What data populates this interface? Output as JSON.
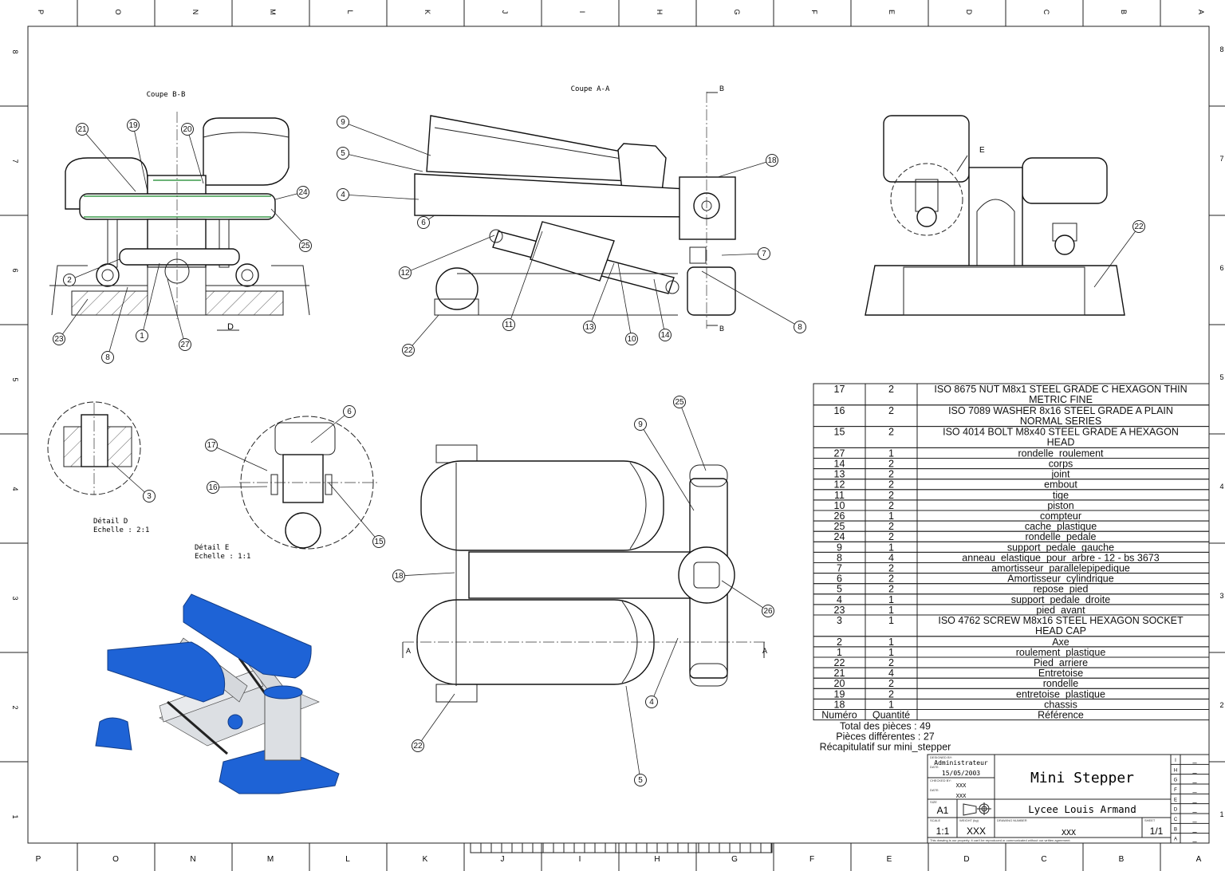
{
  "border": {
    "columns": [
      "P",
      "O",
      "N",
      "M",
      "L",
      "K",
      "J",
      "I",
      "H",
      "G",
      "F",
      "E",
      "D",
      "C",
      "B",
      "A"
    ],
    "rows": [
      "8",
      "7",
      "6",
      "5",
      "4",
      "3",
      "2",
      "1"
    ]
  },
  "views": {
    "section_bb": {
      "title": "Coupe B-B",
      "detail_mark": "D",
      "balloons": [
        "21",
        "19",
        "20",
        "24",
        "25",
        "2",
        "23",
        "8",
        "1",
        "27"
      ]
    },
    "section_aa": {
      "title": "Coupe A-A",
      "section_mark": "B",
      "balloons": [
        "9",
        "5",
        "4",
        "6",
        "12",
        "22",
        "11",
        "13",
        "10",
        "14",
        "8",
        "7",
        "18"
      ]
    },
    "side_view": {
      "detail_mark": "E",
      "balloons": [
        "22"
      ]
    },
    "detail_d": {
      "title": "Détail D",
      "scale": "Echelle :  2:1",
      "balloons": [
        "3"
      ]
    },
    "detail_e": {
      "title": "Détail E",
      "scale": "Echelle :  1:1",
      "balloons": [
        "6",
        "17",
        "16",
        "15"
      ]
    },
    "top_view": {
      "section_mark": "A",
      "balloons": [
        "25",
        "9",
        "18",
        "26",
        "4",
        "22",
        "5"
      ]
    }
  },
  "bom": {
    "headers": {
      "number": "Numéro",
      "quantity": "Quantité",
      "reference": "Référence"
    },
    "rows": [
      {
        "n": "17",
        "q": "2",
        "ref": [
          "ISO 8675 NUT M8x1 STEEL GRADE C HEXAGON THIN",
          "METRIC FINE"
        ]
      },
      {
        "n": "16",
        "q": "2",
        "ref": [
          "ISO 7089 WASHER 8x16 STEEL GRADE A PLAIN",
          "NORMAL SERIES"
        ]
      },
      {
        "n": "15",
        "q": "2",
        "ref": [
          "ISO 4014 BOLT M8x40 STEEL GRADE A HEXAGON",
          "HEAD"
        ]
      },
      {
        "n": "27",
        "q": "1",
        "ref": [
          "rondelle_roulement"
        ]
      },
      {
        "n": "14",
        "q": "2",
        "ref": [
          "corps"
        ]
      },
      {
        "n": "13",
        "q": "2",
        "ref": [
          "joint"
        ]
      },
      {
        "n": "12",
        "q": "2",
        "ref": [
          "embout"
        ]
      },
      {
        "n": "11",
        "q": "2",
        "ref": [
          "tige"
        ]
      },
      {
        "n": "10",
        "q": "2",
        "ref": [
          "piston"
        ]
      },
      {
        "n": "26",
        "q": "1",
        "ref": [
          "compteur"
        ]
      },
      {
        "n": "25",
        "q": "2",
        "ref": [
          "cache_plastique"
        ]
      },
      {
        "n": "24",
        "q": "2",
        "ref": [
          "rondelle_pedale"
        ]
      },
      {
        "n": "9",
        "q": "1",
        "ref": [
          "support_pedale_gauche"
        ]
      },
      {
        "n": "8",
        "q": "4",
        "ref": [
          "anneau_elastique_pour_arbre - 12 - bs 3673"
        ]
      },
      {
        "n": "7",
        "q": "2",
        "ref": [
          "amortisseur_parallelepipedique"
        ]
      },
      {
        "n": "6",
        "q": "2",
        "ref": [
          "Amortisseur_cylindrique"
        ]
      },
      {
        "n": "5",
        "q": "2",
        "ref": [
          "repose_pied"
        ]
      },
      {
        "n": "4",
        "q": "1",
        "ref": [
          "support_pedale_droite"
        ]
      },
      {
        "n": "23",
        "q": "1",
        "ref": [
          "pied_avant"
        ]
      },
      {
        "n": "3",
        "q": "1",
        "ref": [
          "ISO 4762 SCREW M8x16 STEEL HEXAGON SOCKET",
          "HEAD CAP"
        ]
      },
      {
        "n": "2",
        "q": "1",
        "ref": [
          "Axe"
        ]
      },
      {
        "n": "1",
        "q": "1",
        "ref": [
          "roulement_plastique"
        ]
      },
      {
        "n": "22",
        "q": "2",
        "ref": [
          "Pied_arriere"
        ]
      },
      {
        "n": "21",
        "q": "4",
        "ref": [
          "Entretoise"
        ]
      },
      {
        "n": "20",
        "q": "2",
        "ref": [
          "rondelle"
        ]
      },
      {
        "n": "19",
        "q": "2",
        "ref": [
          "entretoise_plastique"
        ]
      },
      {
        "n": "18",
        "q": "1",
        "ref": [
          "chassis"
        ]
      }
    ],
    "total": "Total des pièces : 49",
    "different": "Pièces différentes : 27",
    "summary": "Récapitulatif sur mini_stepper"
  },
  "title_block": {
    "designed_by_label": "DESIGNED BY:",
    "designed_by": "Administrateur",
    "date_label": "DATE:",
    "date": "15/05/2003",
    "checked_by_label": "CHECKED BY:",
    "checked_by": "XXX",
    "checked_date_label": "DATE:",
    "checked_date": "XXX",
    "title": "Mini Stepper",
    "size_label": "SIZE",
    "size": "A1",
    "company": "Lycee Louis Armand",
    "scale_label": "SCALE",
    "scale": "1:1",
    "weight_label": "WEIGHT (kg)",
    "weight": "XXX",
    "drawing_number_label": "DRAWING NUMBER",
    "drawing_number": "XXX",
    "sheet_label": "SHEET",
    "sheet": "1/1",
    "revisions": [
      "I",
      "H",
      "G",
      "F",
      "E",
      "D",
      "C",
      "B",
      "A"
    ],
    "revision_value": "_",
    "notice": "This drawing is our property; it can't be reproduced or communicated without our written agreement."
  },
  "colors": {
    "render_blue": "#1e63d6",
    "render_grey": "#dcdfe3",
    "section_green": "#3c9a4a"
  }
}
